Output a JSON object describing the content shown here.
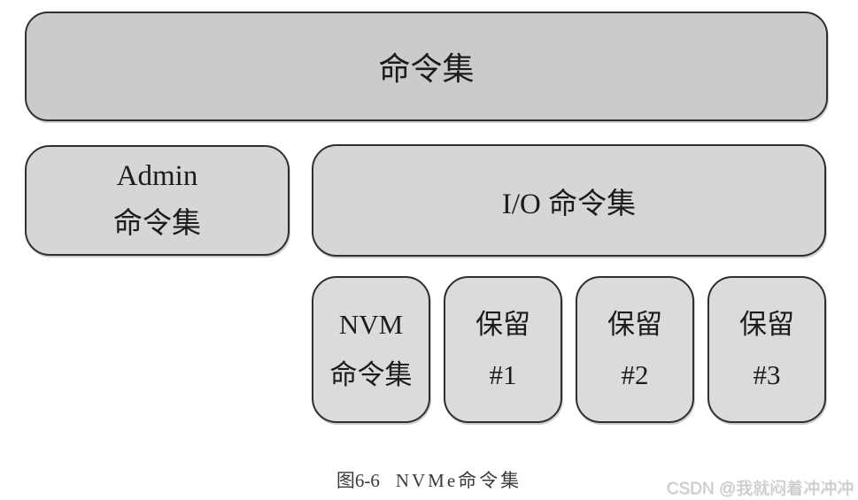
{
  "diagram": {
    "root": {
      "label": "命令集"
    },
    "admin": {
      "lines": [
        "Admin",
        "命令集"
      ]
    },
    "io": {
      "label": "I/O 命令集"
    },
    "subsets": [
      {
        "lines": [
          "NVM",
          "命令集"
        ]
      },
      {
        "lines": [
          "保留",
          "#1"
        ]
      },
      {
        "lines": [
          "保留",
          "#2"
        ]
      },
      {
        "lines": [
          "保留",
          "#3"
        ]
      }
    ],
    "colors": {
      "root_fill": "#cbcbcb",
      "mid_fill": "#d6d6d6",
      "sub_fill": "#dbdbdb",
      "border": "#2f2f2f",
      "text": "#1c1c1c"
    }
  },
  "caption": {
    "prefix": "图6-6",
    "title": "NVMe命令集"
  },
  "watermark": {
    "text": "CSDN @我就闷着冲冲冲",
    "color": "#c9c9c9"
  }
}
